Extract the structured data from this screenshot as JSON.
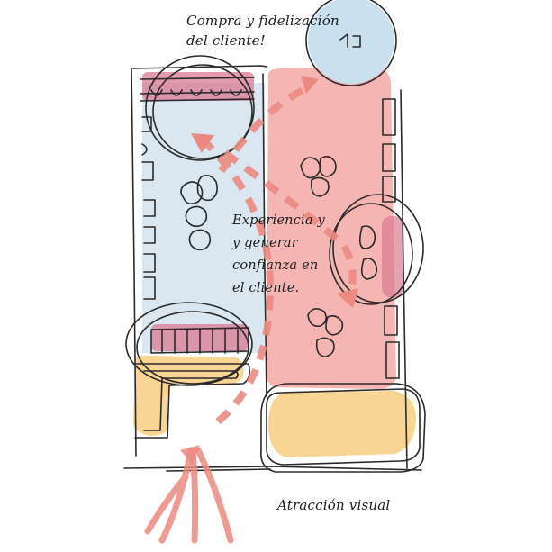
{
  "annotations": {
    "top": [
      "Compra y fidelización",
      "del cliente!"
    ],
    "middle": [
      "Experiencia y",
      "y generar",
      "confianza en",
      "el cliente."
    ],
    "bottom": "Atracción visual"
  },
  "colors": {
    "pink": "#f3a8a4",
    "magenta": "#d97a91",
    "blue": "#d3e3ee",
    "yellow": "#f8d592",
    "ink": "#2a2a2a",
    "arrow": "#ec8a82"
  }
}
